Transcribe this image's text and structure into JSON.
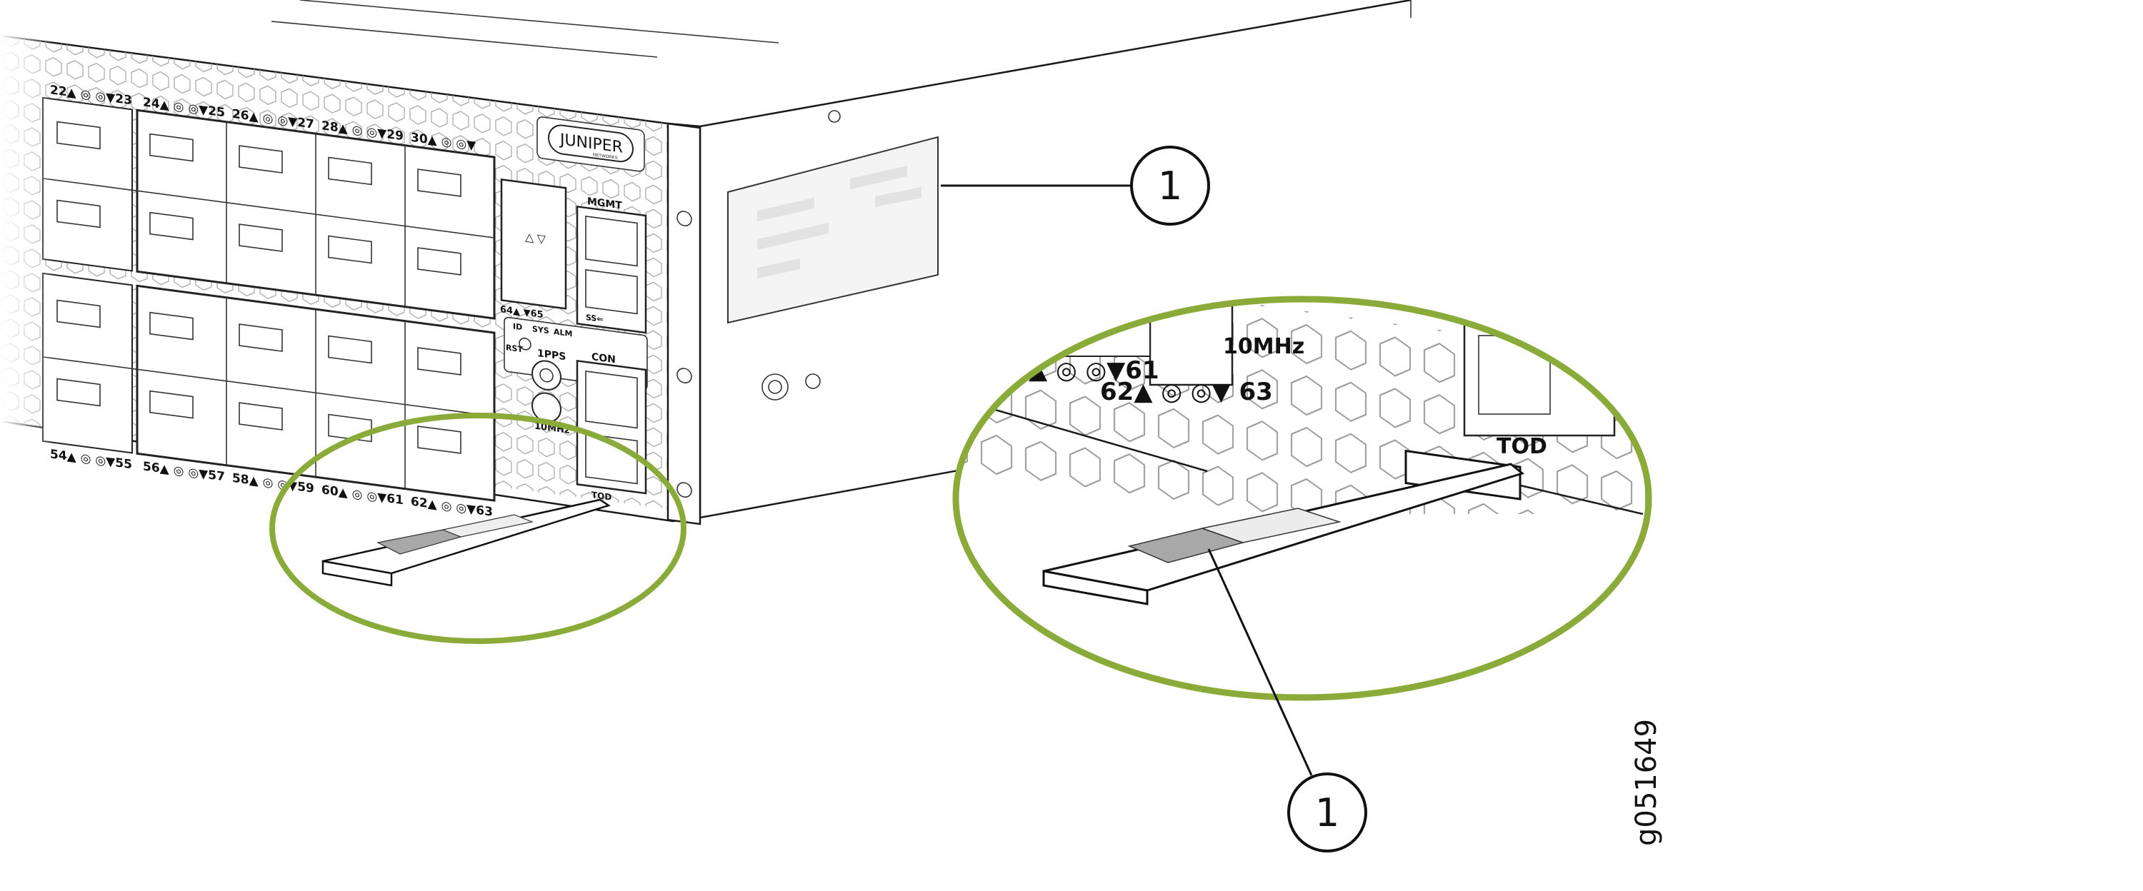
{
  "figure_id": "g051649",
  "callouts": [
    {
      "number": "1"
    },
    {
      "number": "1"
    }
  ],
  "brand": {
    "logo": "JUNIPER",
    "sub": "NETWORKS"
  },
  "ports_upper": [
    "22▲ ◎  ◎▼23",
    "24▲ ◎  ◎▼25",
    "26▲ ◎  ◎▼27",
    "28▲ ◎  ◎▼29",
    "30▲ ◎  ◎▼"
  ],
  "ports_lower": [
    "54▲ ◎  ◎▼55",
    "56▲ ◎  ◎▼57",
    "58▲ ◎  ◎▼59",
    "60▲ ◎  ◎▼61",
    "62▲ ◎  ◎▼63"
  ],
  "sfp_ports": "64▲      ▼65",
  "panel_labels": {
    "mgmt": "MGMT",
    "usb": "SS⇐",
    "id": "ID",
    "sys": "SYS",
    "alm": "ALM",
    "rst": "RST",
    "pps": "1PPS",
    "con": "CON",
    "mhz": "10MHz",
    "tod": "TOD"
  },
  "inset_labels": {
    "p61": "▲ ◎  ◎▼61",
    "p62": "62▲ ◎  ◎▼ 63",
    "mhz": "10MHz",
    "tod": "TOD"
  },
  "colors": {
    "highlight": "#8aaa3a",
    "label_fill": "#a8a8a8",
    "label_light": "#e6e6e6"
  }
}
